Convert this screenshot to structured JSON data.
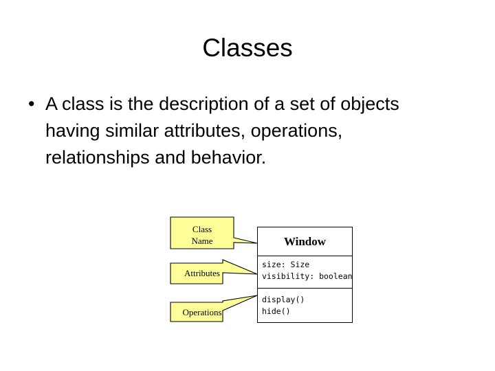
{
  "slide": {
    "title": "Classes",
    "bullets": [
      {
        "marker": "•",
        "text": "A class is the description of a set of objects having similar attributes, operations, relationships and behavior."
      }
    ]
  },
  "diagram": {
    "type": "uml-class-diagram",
    "colors": {
      "callout_fill": "#ffff99",
      "callout_stroke": "#000000",
      "box_fill": "#ffffff",
      "box_stroke": "#000000",
      "text": "#000000"
    },
    "class_box": {
      "name": "Window",
      "attributes": [
        "size: Size",
        "visibility: boolean"
      ],
      "operations": [
        "display()",
        "hide()"
      ]
    },
    "callouts": [
      {
        "id": "class-name",
        "label": "Class\nName"
      },
      {
        "id": "attributes",
        "label": "Attributes"
      },
      {
        "id": "operations",
        "label": "Operations"
      }
    ]
  }
}
